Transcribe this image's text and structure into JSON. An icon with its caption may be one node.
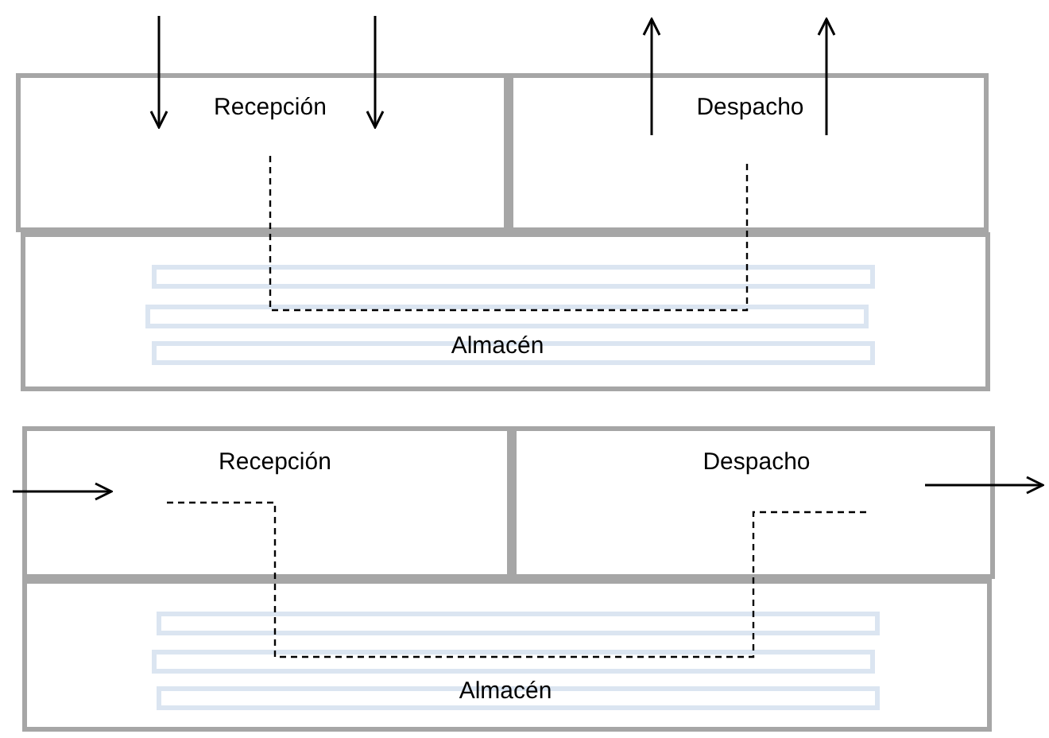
{
  "diagram": {
    "nodes": [
      {
        "text": [
          "Recepción"
        ]
      },
      {
        "text": [
          "Despacho"
        ]
      },
      {
        "text": [
          "Almacén"
        ]
      },
      {
        "text": [
          "Recepción"
        ]
      },
      {
        "text": [
          "Despacho"
        ]
      },
      {
        "text": [
          "Almacén"
        ]
      }
    ],
    "edges": [
      {
        "from": null,
        "to": 0,
        "arrow": "to"
      },
      {
        "from": null,
        "to": 0,
        "arrow": "to"
      },
      {
        "from": 1,
        "to": null,
        "arrow": "to"
      },
      {
        "from": 1,
        "to": null,
        "arrow": "to"
      },
      {
        "from": 0,
        "to": 2,
        "arrow": "none",
        "style": "dashed"
      },
      {
        "from": 2,
        "to": 1,
        "arrow": "none",
        "style": "dashed"
      },
      {
        "from": null,
        "to": 3,
        "arrow": "to"
      },
      {
        "from": 4,
        "to": null,
        "arrow": "to"
      },
      {
        "from": 3,
        "to": 5,
        "arrow": "none",
        "style": "dashed"
      },
      {
        "from": 5,
        "to": 4,
        "arrow": "none",
        "style": "dashed"
      }
    ]
  }
}
